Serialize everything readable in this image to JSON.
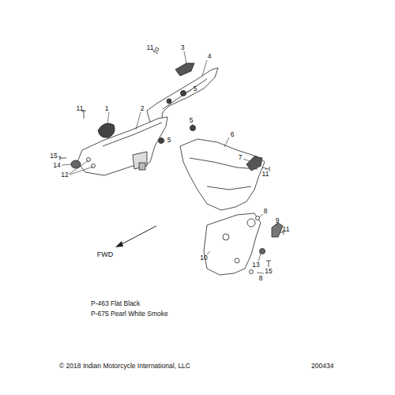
{
  "diagram": {
    "labels": [
      "11",
      "3",
      "4",
      "5",
      "11",
      "1",
      "2",
      "5",
      "15",
      "14",
      "12",
      "5",
      "6",
      "7",
      "11",
      "8",
      "9",
      "11",
      "10",
      "13",
      "15",
      "8",
      "FWD",
      "P-463  Flat Black",
      "P-675  Pearl White Smoke",
      "© 2018 Indian Motorcycle International, LLC",
      "200434"
    ]
  }
}
